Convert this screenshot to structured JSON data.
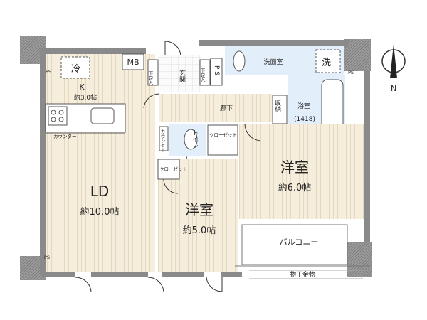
{
  "rooms": {
    "ld_name": "LD",
    "ld_size": "約10.0帖",
    "k_name": "K",
    "k_size": "約3.0帖",
    "western1_name": "洋室",
    "western1_size": "約6.0帖",
    "western2_name": "洋室",
    "western2_size": "約5.0帖",
    "corridor": "廊下",
    "entrance": "玄関",
    "washroom": "洗面室",
    "bath": "浴室",
    "bath_size": "(1418)",
    "toilet": "トイレ",
    "balcony": "バルコニー"
  },
  "labels": {
    "fridge": "冷",
    "washer": "洗",
    "mb": "MB",
    "ps_left": "PS",
    "ps_right": "PS",
    "ps_bottom": "PS",
    "ps_center": "P S",
    "shoe_left": "下足入",
    "shoe_right": "下足入",
    "storage": "収納",
    "closet_big": "クローゼット",
    "closet_small": "クローゼット",
    "counter_kitchen": "カウンター",
    "counter_small": "カウンター",
    "clothes_rack": "物干金物",
    "compass": "N"
  }
}
